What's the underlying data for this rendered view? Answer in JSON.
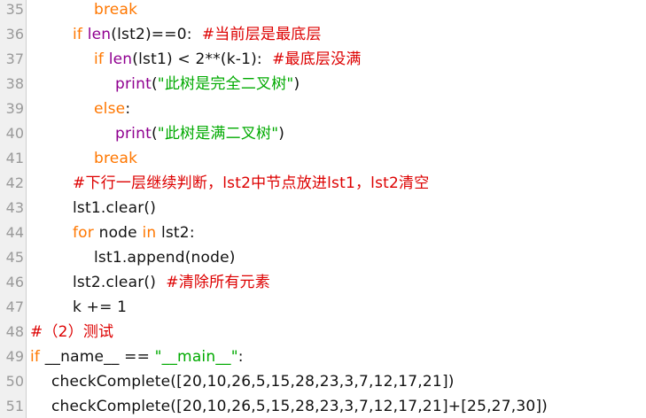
{
  "editor": {
    "colors": {
      "keyword": "#ff7700",
      "builtin": "#900090",
      "comment": "#dd0000",
      "string": "#00aa00",
      "plain": "#111111",
      "line_number": "#9a9a9a",
      "gutter": "#f0f0f0"
    },
    "lines": [
      {
        "num": "35",
        "indent": 3,
        "tokens": [
          {
            "t": "break",
            "c": "kw"
          }
        ]
      },
      {
        "num": "36",
        "indent": 2,
        "tokens": [
          {
            "t": "if ",
            "c": "kw"
          },
          {
            "t": "len",
            "c": "bi"
          },
          {
            "t": "(lst2)==0:  ",
            "c": "pl"
          },
          {
            "t": "#当前层是最底层",
            "c": "cm"
          }
        ]
      },
      {
        "num": "37",
        "indent": 3,
        "tokens": [
          {
            "t": "if ",
            "c": "kw"
          },
          {
            "t": "len",
            "c": "bi"
          },
          {
            "t": "(lst1) < 2**(k-1):  ",
            "c": "pl"
          },
          {
            "t": "#最底层没满",
            "c": "cm"
          }
        ]
      },
      {
        "num": "38",
        "indent": 4,
        "tokens": [
          {
            "t": "print",
            "c": "bi"
          },
          {
            "t": "(",
            "c": "pl"
          },
          {
            "t": "\"此树是完全二叉树\"",
            "c": "st"
          },
          {
            "t": ")",
            "c": "pl"
          }
        ]
      },
      {
        "num": "39",
        "indent": 3,
        "tokens": [
          {
            "t": "else",
            "c": "kw"
          },
          {
            "t": ":",
            "c": "pl"
          }
        ]
      },
      {
        "num": "40",
        "indent": 4,
        "tokens": [
          {
            "t": "print",
            "c": "bi"
          },
          {
            "t": "(",
            "c": "pl"
          },
          {
            "t": "\"此树是满二叉树\"",
            "c": "st"
          },
          {
            "t": ")",
            "c": "pl"
          }
        ]
      },
      {
        "num": "41",
        "indent": 3,
        "tokens": [
          {
            "t": "break",
            "c": "kw"
          }
        ]
      },
      {
        "num": "42",
        "indent": 2,
        "tokens": [
          {
            "t": "#下行一层继续判断，lst2中节点放进lst1，lst2清空",
            "c": "cm"
          }
        ]
      },
      {
        "num": "43",
        "indent": 2,
        "tokens": [
          {
            "t": "lst1.clear()",
            "c": "pl"
          }
        ]
      },
      {
        "num": "44",
        "indent": 2,
        "tokens": [
          {
            "t": "for ",
            "c": "kw"
          },
          {
            "t": "node ",
            "c": "pl"
          },
          {
            "t": "in ",
            "c": "kw"
          },
          {
            "t": "lst2:",
            "c": "pl"
          }
        ]
      },
      {
        "num": "45",
        "indent": 3,
        "tokens": [
          {
            "t": "lst1.append(node)",
            "c": "pl"
          }
        ]
      },
      {
        "num": "46",
        "indent": 2,
        "tokens": [
          {
            "t": "lst2.clear()  ",
            "c": "pl"
          },
          {
            "t": "#清除所有元素",
            "c": "cm"
          }
        ]
      },
      {
        "num": "47",
        "indent": 2,
        "tokens": [
          {
            "t": "k += 1",
            "c": "pl"
          }
        ]
      },
      {
        "num": "48",
        "indent": 0,
        "tokens": [
          {
            "t": "#（2）测试",
            "c": "cm"
          }
        ]
      },
      {
        "num": "49",
        "indent": 0,
        "tokens": [
          {
            "t": "if ",
            "c": "kw"
          },
          {
            "t": "__name__ == ",
            "c": "pl"
          },
          {
            "t": "\"__main__\"",
            "c": "st"
          },
          {
            "t": ":",
            "c": "pl"
          }
        ]
      },
      {
        "num": "50",
        "indent": 1,
        "tokens": [
          {
            "t": "checkComplete([20,10,26,5,15,28,23,3,7,12,17,21])",
            "c": "pl"
          }
        ]
      },
      {
        "num": "51",
        "indent": 1,
        "tokens": [
          {
            "t": "checkComplete([20,10,26,5,15,28,23,3,7,12,17,21]+[25,27,30])",
            "c": "pl"
          }
        ]
      }
    ]
  }
}
